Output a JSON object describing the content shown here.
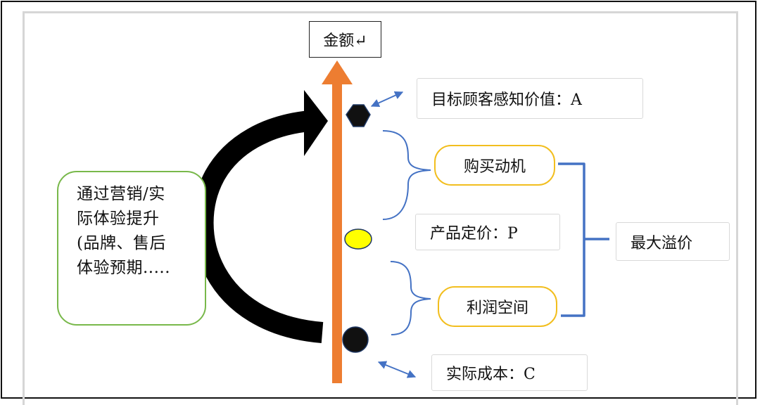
{
  "title_box": "金额↵",
  "target_value": "目标顾客感知价值：A",
  "purchase_motive": "购买动机",
  "product_price": "产品定价：P",
  "max_premium": "最大溢价",
  "profit_space": "利润空间",
  "actual_cost": "实际成本：C",
  "marketing_note": [
    "通过营销/实",
    "际体验提升",
    "(品牌、售后",
    "体验预期....."
  ],
  "colors": {
    "axis": "#ed7d31",
    "brace": "#4472c4",
    "pill_border": "#f2be1e",
    "note_border": "#78b84a",
    "price_dot": "#ffff00",
    "dark_dot": "#111111"
  }
}
